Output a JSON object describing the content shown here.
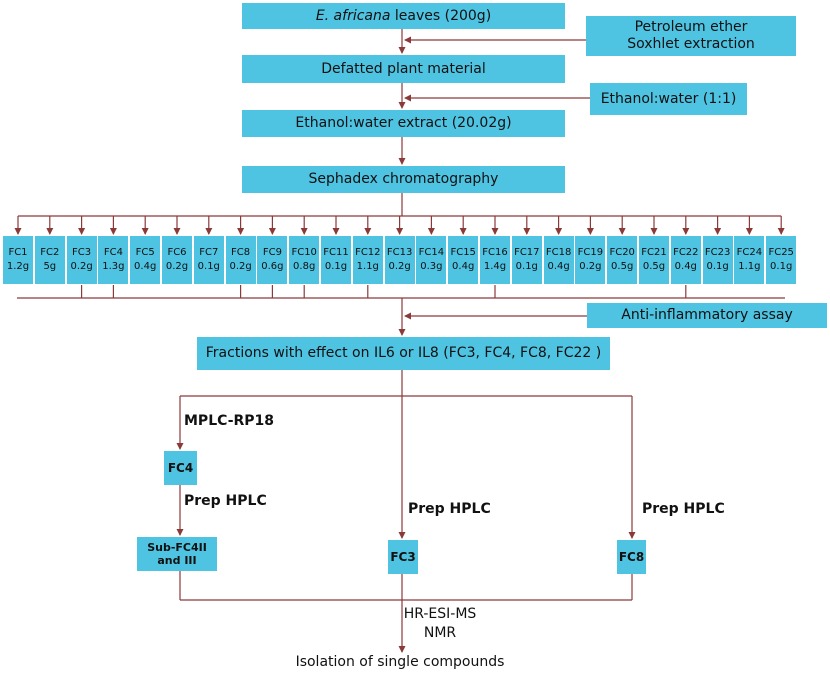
{
  "colors": {
    "box": "#4fc3e2",
    "line": "#8b3a3a"
  },
  "main_flow": {
    "leaves_species": "E. africana",
    "leaves_rest": " leaves (200g)",
    "defatted": "Defatted plant material",
    "extract": "Ethanol:water extract (20.02g)",
    "sephadex": "Sephadex chromatography",
    "fractions_effect": "Fractions with effect on IL6 or IL8 (FC3, FC4, FC8, FC22 )"
  },
  "side_inputs": {
    "petroleum_line1": "Petroleum ether",
    "petroleum_line2": "Soxhlet extraction",
    "ethanol_water": "Ethanol:water (1:1)",
    "assay": "Anti-inflammatory assay"
  },
  "fractions": [
    {
      "name": "FC1",
      "mass": "1.2g"
    },
    {
      "name": "FC2",
      "mass": "5g"
    },
    {
      "name": "FC3",
      "mass": "0.2g"
    },
    {
      "name": "FC4",
      "mass": "1.3g"
    },
    {
      "name": "FC5",
      "mass": "0.4g"
    },
    {
      "name": "FC6",
      "mass": "0.2g"
    },
    {
      "name": "FC7",
      "mass": "0.1g"
    },
    {
      "name": "FC8",
      "mass": "0.2g"
    },
    {
      "name": "FC9",
      "mass": "0.6g"
    },
    {
      "name": "FC10",
      "mass": "0.8g"
    },
    {
      "name": "FC11",
      "mass": "0.1g"
    },
    {
      "name": "FC12",
      "mass": "1.1g"
    },
    {
      "name": "FC13",
      "mass": "0.2g"
    },
    {
      "name": "FC14",
      "mass": "0.3g"
    },
    {
      "name": "FC15",
      "mass": "0.4g"
    },
    {
      "name": "FC16",
      "mass": "1.4g"
    },
    {
      "name": "FC17",
      "mass": "0.1g"
    },
    {
      "name": "FC18",
      "mass": "0.4g"
    },
    {
      "name": "FC19",
      "mass": "0.2g"
    },
    {
      "name": "FC20",
      "mass": "0.5g"
    },
    {
      "name": "FC21",
      "mass": "0.5g"
    },
    {
      "name": "FC22",
      "mass": "0.4g"
    },
    {
      "name": "FC23",
      "mass": "0.1g"
    },
    {
      "name": "FC24",
      "mass": "1.1g"
    },
    {
      "name": "FC25",
      "mass": "0.1g"
    }
  ],
  "branches": {
    "mplc_label": "MPLC-RP18",
    "fc4": "FC4",
    "prep_hplc_left": "Prep HPLC",
    "sub_fc4_line1": "Sub-FC4II",
    "sub_fc4_line2": "and III",
    "prep_hplc_mid": "Prep HPLC",
    "fc3": "FC3",
    "prep_hplc_right": "Prep HPLC",
    "fc8": "FC8"
  },
  "final": {
    "hr_esi_ms": "HR-ESI-MS",
    "nmr": "NMR",
    "isolation": "Isolation of single compounds"
  }
}
